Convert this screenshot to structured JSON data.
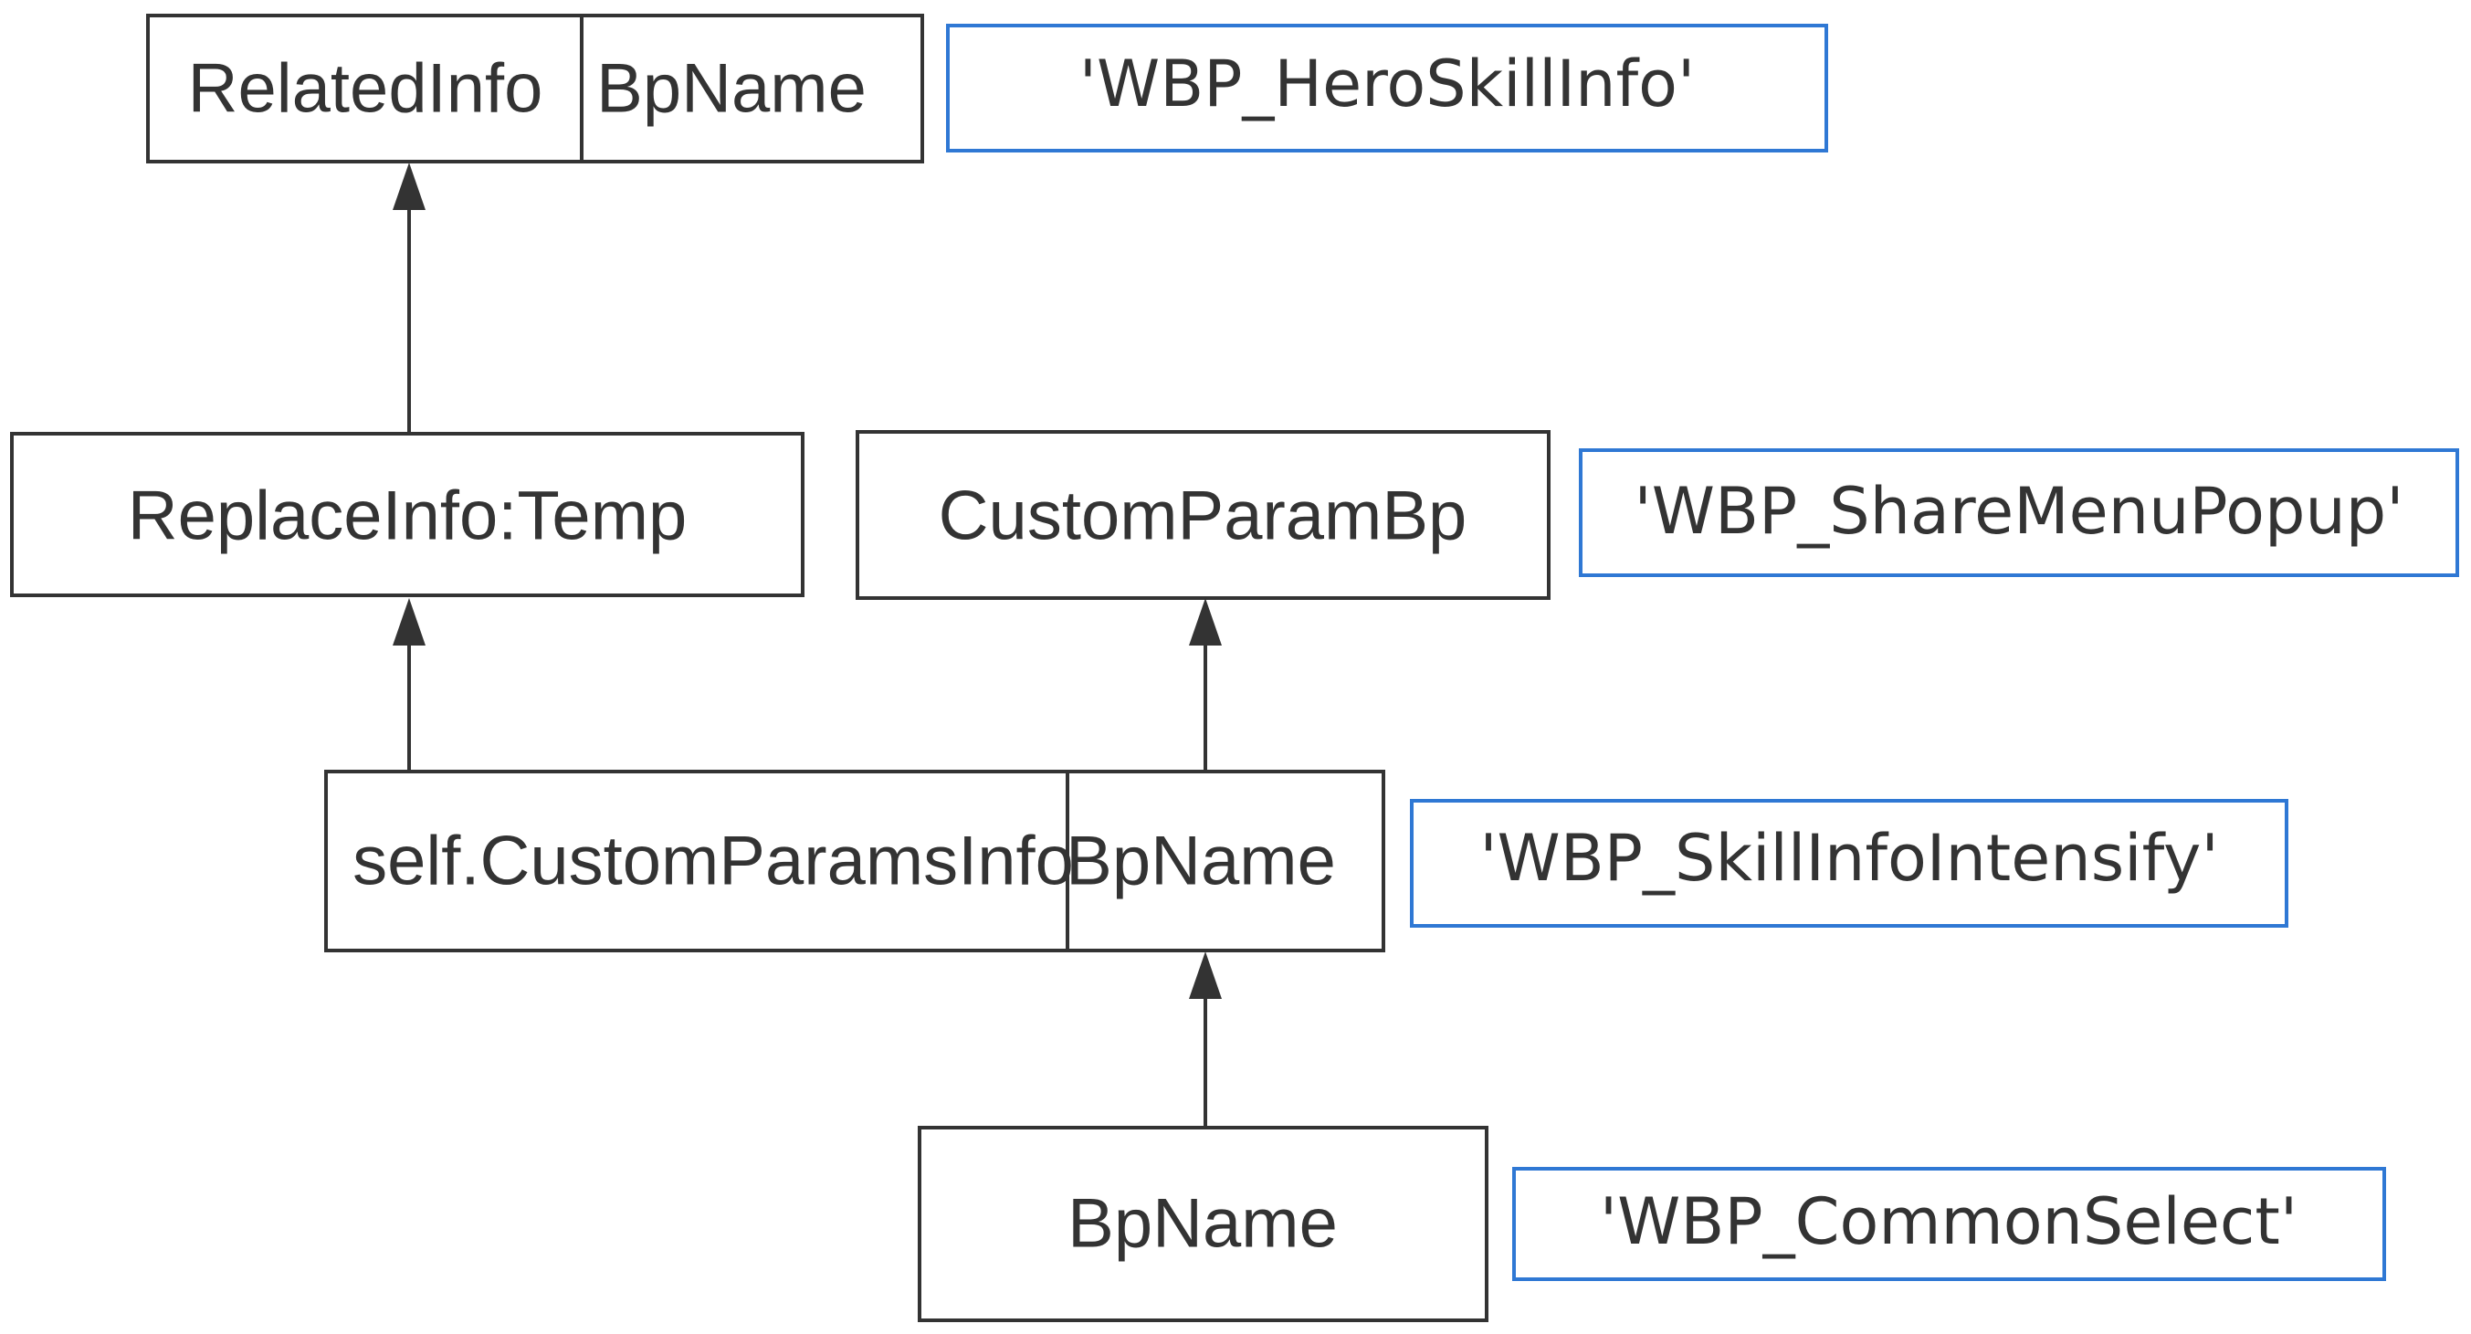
{
  "nodes": {
    "related_info": {
      "name": "RelatedInfo",
      "field": "BpName"
    },
    "replace_info": {
      "label": "ReplaceInfo:Temp"
    },
    "custom_param_bp": {
      "label": "CustomParamBp"
    },
    "custom_params_info": {
      "name": "self.CustomParamsInfo",
      "field": "BpName"
    },
    "bp_name": {
      "label": "BpName"
    }
  },
  "notes": {
    "hero_skill_info": "'WBP_HeroSkillInfo'",
    "share_menu_popup": "'WBP_ShareMenuPopup'",
    "skill_info_intensify": "'WBP_SkillInfoIntensify'",
    "common_select": "'WBP_CommonSelect'"
  },
  "colors": {
    "node_stroke": "#333333",
    "note_stroke": "#2f78d4",
    "text": "#333333"
  }
}
